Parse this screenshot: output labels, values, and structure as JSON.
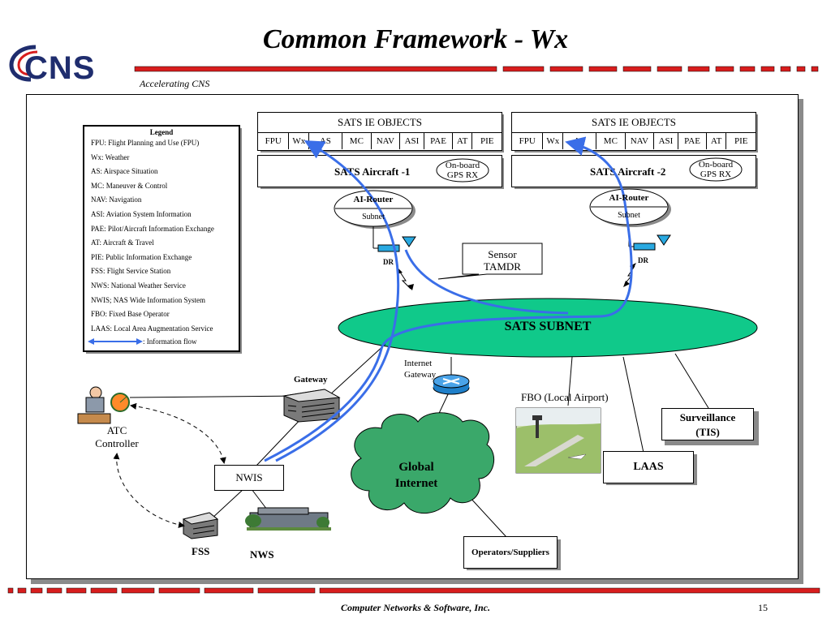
{
  "header": {
    "title": "Common Framework - Wx",
    "logo": "CNS",
    "tagline": "Accelerating CNS"
  },
  "footer": {
    "company": "Computer Networks & Software, Inc.",
    "page": "15"
  },
  "legend": {
    "title": "Legend",
    "items": [
      "FPU: Flight Planning and Use (FPU)",
      "Wx: Weather",
      "AS: Airspace Situation",
      "MC: Maneuver & Control",
      "NAV: Navigation",
      "ASI: Aviation System Information",
      "PAE: Pilot/Aircraft Information Exchange",
      "AT: Aircraft & Travel",
      "PIE: Public Information Exchange",
      "FSS: Flight Service Station",
      "NWS: National Weather Service",
      "NWIS; NAS Wide Information System",
      "FBO: Fixed  Base Operator",
      "LAAS: Local Area Augmentation Service"
    ],
    "flow_label": ": Information flow"
  },
  "aircraft1": {
    "objects_title": "SATS IE OBJECTS",
    "objects": [
      "FPU",
      "Wx",
      "AS",
      "MC",
      "NAV",
      "ASI",
      "PAE",
      "AT",
      "PIE"
    ],
    "name": "SATS Aircraft -1",
    "gps": [
      "On-board",
      "GPS RX"
    ],
    "router": "AI-Router",
    "subnet": "Subnet",
    "dr": "DR"
  },
  "aircraft2": {
    "objects_title": "SATS IE OBJECTS",
    "objects": [
      "FPU",
      "Wx",
      "AS",
      "MC",
      "NAV",
      "ASI",
      "PAE",
      "AT",
      "PIE"
    ],
    "name": "SATS Aircraft -2",
    "gps": [
      "On-board",
      "GPS RX"
    ],
    "router": "AI-Router",
    "subnet": "Subnet",
    "dr": "DR"
  },
  "sensor": [
    "Sensor",
    "TAMDR"
  ],
  "sats_subnet": "SATS SUBNET",
  "internet_gateway": [
    "Internet",
    "Gateway"
  ],
  "gateway": "Gateway",
  "fbo": "FBO (Local Airport)",
  "surveillance": [
    "Surveillance",
    "(TIS)"
  ],
  "laas": "LAAS",
  "global_internet": [
    "Global",
    "Internet"
  ],
  "operators": "Operators/Suppliers",
  "atc": [
    "ATC",
    "Controller"
  ],
  "nwis": "NWIS",
  "fss": "FSS",
  "nws": "NWS",
  "colors": {
    "flow_blue": "#3a6ee8",
    "subnet_green": "#10c98a",
    "internet_green": "#3aa86a",
    "logo_navy": "#1f2d6e",
    "logo_red": "#d81d1d"
  }
}
